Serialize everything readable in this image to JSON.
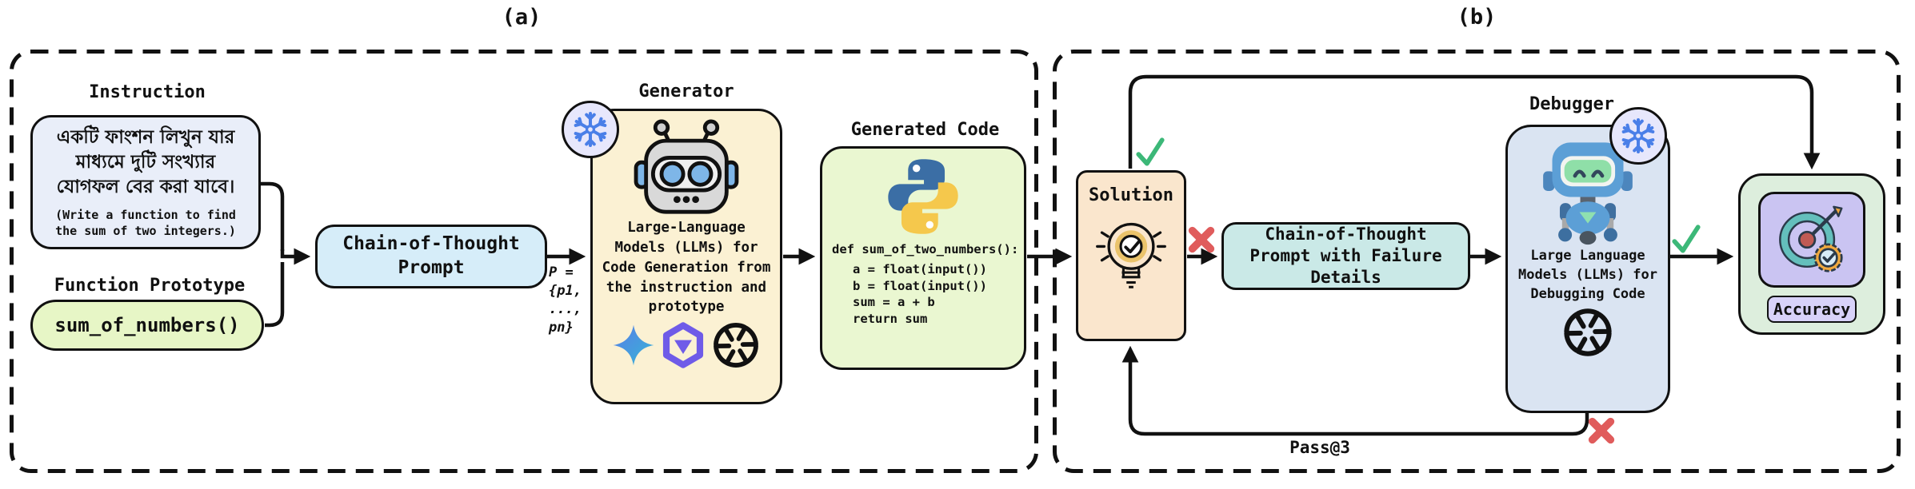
{
  "panel_a": {
    "title": "(a)",
    "instruction": {
      "title": "Instruction",
      "bengali_text": "একটি ফাংশন লিখুন যার মাধ্যমে দুটি সংখ্যার যোগফল বের করা যাবে।",
      "english_text": "(Write a function to find the sum of two integers.)"
    },
    "function_prototype": {
      "title": "Function Prototype",
      "code": "sum_of_numbers()"
    },
    "cot_prompt_label": "Chain-of-Thought Prompt",
    "prompt_set_lines": [
      "P =",
      "{p1,",
      "...,",
      "pn}"
    ],
    "generator": {
      "title": "Generator",
      "description": "Large-Language Models (LLMs) for Code Generation from the instruction and prototype",
      "logos": [
        "gemini-sparkle",
        "qwen-logo",
        "openai-logo"
      ],
      "frozen_badge": "snowflake"
    },
    "generated_code": {
      "title": "Generated Code",
      "language_logo": "python",
      "code_lines": [
        "def sum_of_two_numbers():",
        "a = float(input())",
        "b = float(input())",
        "sum = a + b",
        "return sum"
      ]
    }
  },
  "panel_b": {
    "title": "(b)",
    "solution_label": "Solution",
    "cot_failure_label": "Chain-of-Thought Prompt with Failure Details",
    "debugger": {
      "title": "Debugger",
      "description": "Large Language Models (LLMs) for Debugging Code",
      "logo": "openai-logo",
      "frozen_badge": "snowflake"
    },
    "accuracy_label": "Accuracy",
    "pass_label": "Pass@3"
  },
  "colors": {
    "instruction_bg": "#E9EEF9",
    "prototype_bg": "#E7F6C6",
    "cot_prompt_bg": "#D6EDF9",
    "generator_bg": "#FBF1D3",
    "generated_code_bg": "#EAF7D1",
    "solution_bg": "#FAE6CD",
    "cot_failure_bg": "#CAE9E7",
    "debugger_bg": "#DAE4F2",
    "accuracy_outer_bg": "#DDEEDD",
    "accuracy_inner_bg": "#CAC4F2",
    "snowflake_circle_bg": "#E7E7FC",
    "snowflake_blue": "#4A7FE8",
    "check_green": "#3CB878",
    "cross_red": "#E05C5C",
    "line_black": "#111111"
  }
}
